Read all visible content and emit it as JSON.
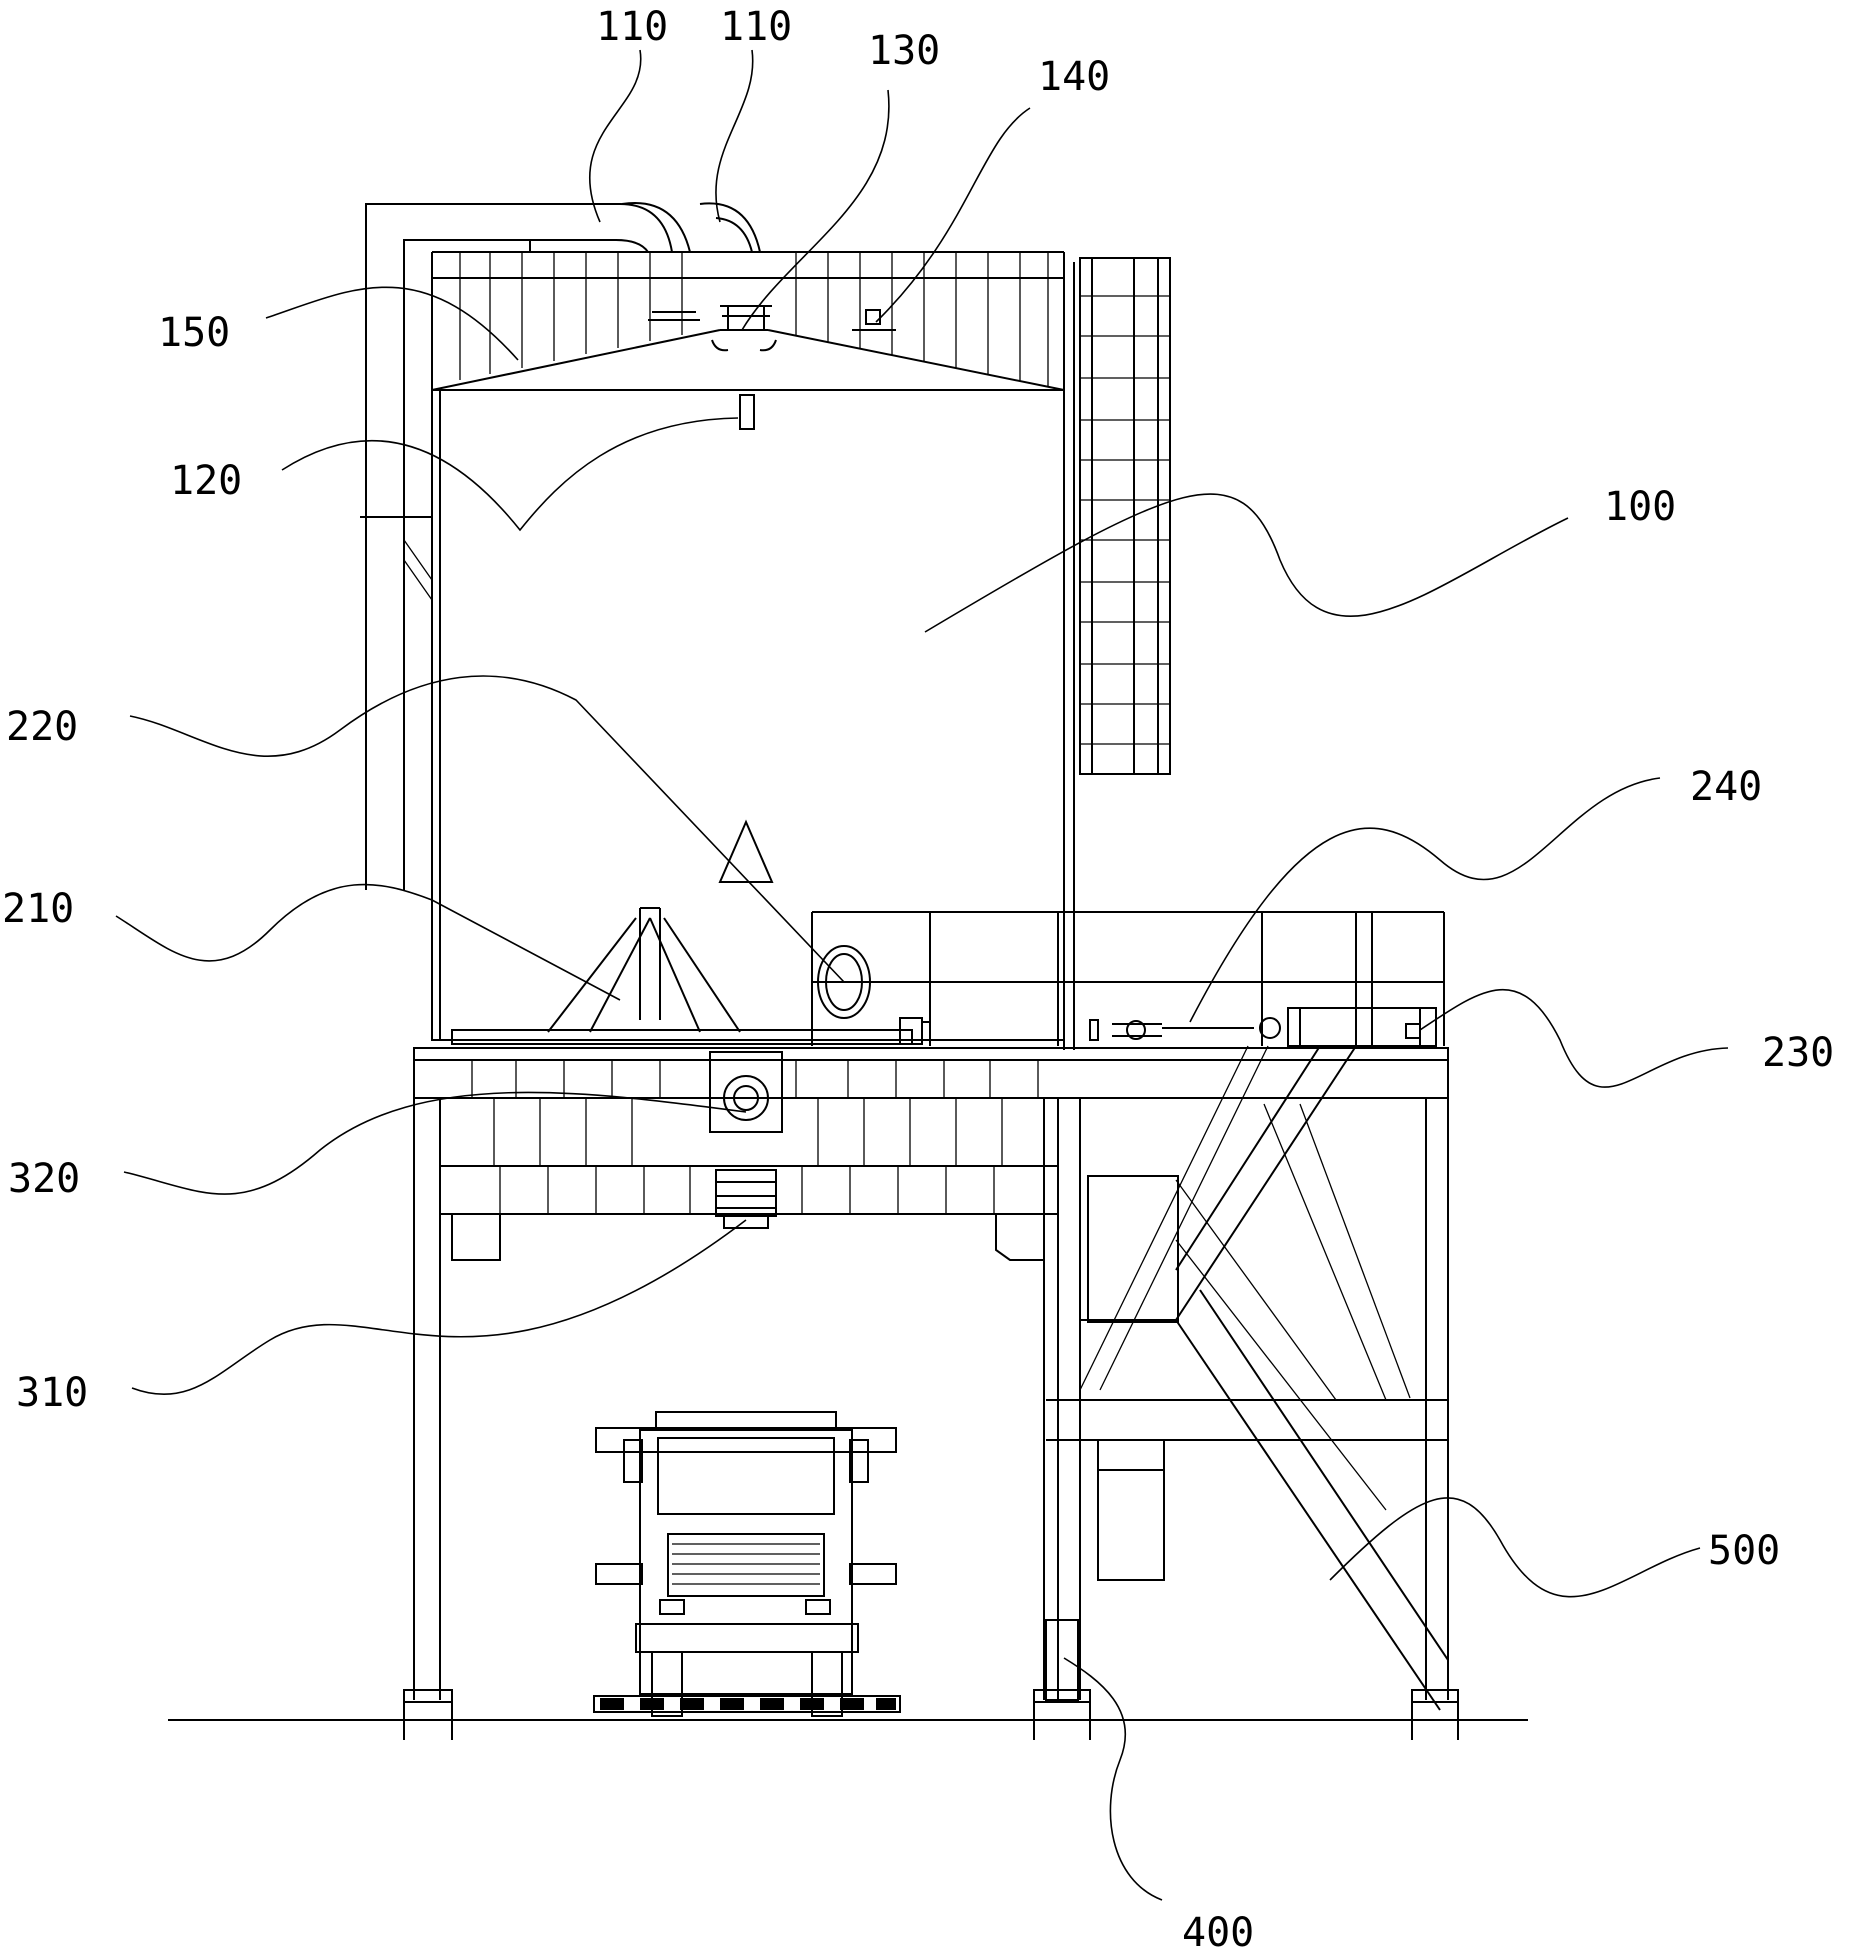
{
  "labels": {
    "l110a": "110",
    "l110b": "110",
    "l130": "130",
    "l140": "140",
    "l150": "150",
    "l120": "120",
    "l100": "100",
    "l220": "220",
    "l240": "240",
    "l210": "210",
    "l230": "230",
    "l320": "320",
    "l310": "310",
    "l500": "500",
    "l400": "400"
  }
}
